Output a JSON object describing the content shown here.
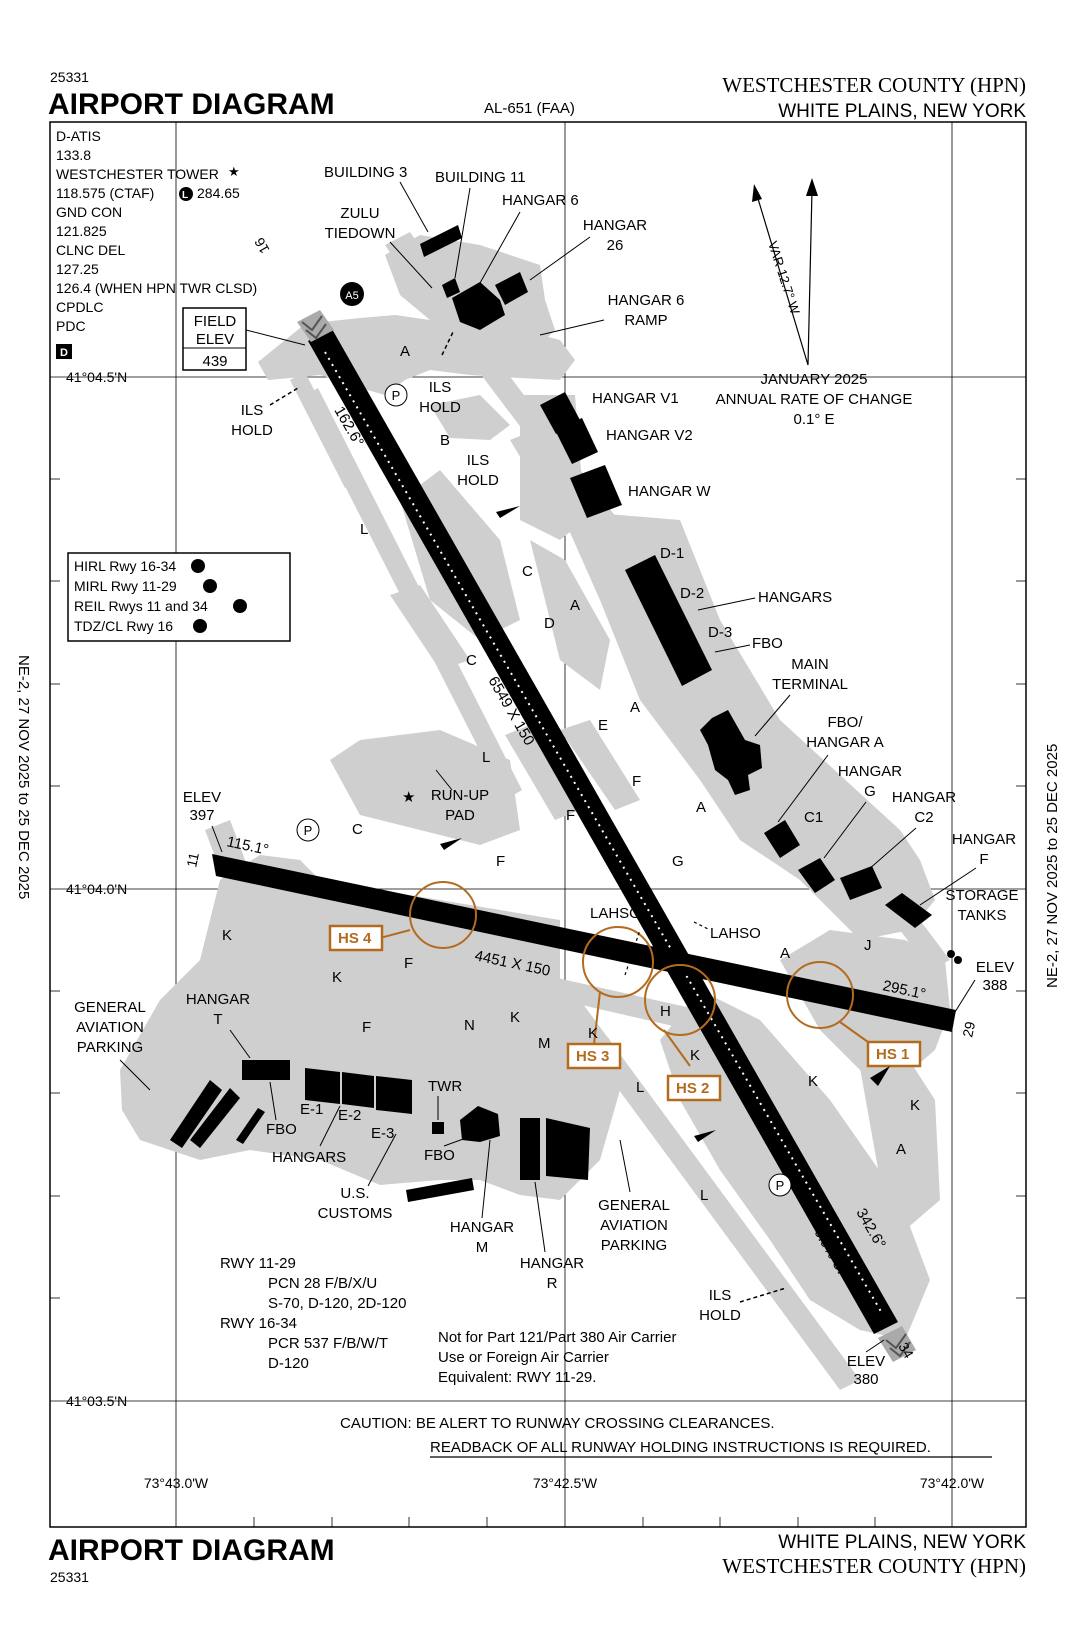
{
  "header": {
    "chart_number": "25331",
    "title": "AIRPORT DIAGRAM",
    "series": "AL-651 (FAA)",
    "airport": "WESTCHESTER COUNTY (HPN)",
    "city": "WHITE PLAINS, NEW YORK"
  },
  "footer": {
    "chart_number": "25331",
    "title": "AIRPORT DIAGRAM",
    "city": "WHITE PLAINS, NEW YORK",
    "airport": "WESTCHESTER COUNTY (HPN)"
  },
  "side_labels": {
    "left": "NE-2, 27 NOV 2025 to 25 DEC 2025",
    "right": "NE-2, 27 NOV 2025 to 25 DEC 2025"
  },
  "comms": [
    "D-ATIS",
    "133.8",
    "WESTCHESTER TOWER",
    "118.575 (CTAF)",
    "284.65",
    "GND CON",
    "121.825",
    "CLNC DEL",
    "127.25",
    "126.4 (WHEN HPN TWR CLSD)",
    "CPDLC",
    "PDC"
  ],
  "comm_symbols": {
    "star": "★",
    "lighting": "L",
    "datalink": "D"
  },
  "field_elev": {
    "label1": "FIELD",
    "label2": "ELEV",
    "value": "439"
  },
  "lighting_box": [
    "HIRL Rwy 16-34",
    "MIRL Rwy 11-29",
    "REIL Rwys 11 and 34",
    "TDZ/CL Rwy 16"
  ],
  "magnetic": {
    "var": "VAR 12.7° W",
    "date": "JANUARY 2025",
    "rate_label": "ANNUAL RATE OF CHANGE",
    "rate": "0.1° E"
  },
  "latitudes": [
    "41°04.5'N",
    "41°04.0'N",
    "41°03.5'N"
  ],
  "longitudes": [
    "73°43.0'W",
    "73°42.5'W",
    "73°42.0'W"
  ],
  "runways": {
    "r16_34": {
      "dims": "6549 X 150",
      "hdg_16": "162.6°",
      "hdg_34": "342.6°",
      "num_16": "16",
      "num_34": "34",
      "slope": "0.9% UP"
    },
    "r11_29": {
      "dims": "4451 X 150",
      "hdg_11": "115.1°",
      "hdg_29": "295.1°",
      "num_11": "11",
      "num_29": "29"
    }
  },
  "elevations": [
    {
      "label": "ELEV",
      "value": "397"
    },
    {
      "label": "ELEV",
      "value": "388"
    },
    {
      "label": "ELEV",
      "value": "380"
    }
  ],
  "hotspots": [
    "HS 1",
    "HS 2",
    "HS 3",
    "HS 4"
  ],
  "taxiways": [
    "A",
    "A",
    "A",
    "A",
    "A",
    "A",
    "B",
    "C",
    "C",
    "C",
    "D",
    "E",
    "F",
    "F",
    "F",
    "F",
    "F",
    "G",
    "H",
    "J",
    "K",
    "K",
    "K",
    "K",
    "K",
    "K",
    "K",
    "L",
    "L",
    "L",
    "L",
    "M",
    "N"
  ],
  "labels": {
    "building3": "BUILDING 3",
    "building11": "BUILDING 11",
    "hangar6": "HANGAR 6",
    "hangar26_1": "HANGAR",
    "hangar26_2": "26",
    "zulu1": "ZULU",
    "zulu2": "TIEDOWN",
    "hangar6ramp1": "HANGAR 6",
    "hangar6ramp2": "RAMP",
    "ilshold": "ILS",
    "ilshold2": "HOLD",
    "hangarv1": "HANGAR V1",
    "hangarv2": "HANGAR V2",
    "hangarw": "HANGAR W",
    "d1": "D-1",
    "d2": "D-2",
    "d3": "D-3",
    "hangars": "HANGARS",
    "fbo": "FBO",
    "main1": "MAIN",
    "main2": "TERMINAL",
    "fboa1": "FBO/",
    "fboa2": "HANGAR A",
    "hangarg1": "HANGAR",
    "hangarg2": "G",
    "c1": "C1",
    "hangarc2_1": "HANGAR",
    "hangarc2_2": "C2",
    "hangarf1": "HANGAR",
    "hangarf2": "F",
    "tanks1": "STORAGE",
    "tanks2": "TANKS",
    "runup1": "RUN-UP",
    "runup2": "PAD",
    "lahso": "LAHSO",
    "ga1": "GENERAL",
    "ga2": "AVIATION",
    "ga3": "PARKING",
    "hangart1": "HANGAR",
    "hangart2": "T",
    "e1": "E-1",
    "e2": "E-2",
    "e3": "E-3",
    "twr": "TWR",
    "customs1": "U.S.",
    "customs2": "CUSTOMS",
    "hangarm1": "HANGAR",
    "hangarm2": "M",
    "hangarr1": "HANGAR",
    "hangarr2": "R",
    "p": "P",
    "a5": "A5"
  },
  "pavement": {
    "rwy1129_label": "RWY 11-29",
    "rwy1129_pcn": "PCN 28 F/B/X/U",
    "rwy1129_s": "S-70, D-120, 2D-120",
    "rwy1634_label": "RWY 16-34",
    "rwy1634_pcr": "PCR 537 F/B/W/T",
    "rwy1634_d": "D-120"
  },
  "note": [
    "Not for Part 121/Part 380 Air Carrier",
    "Use or Foreign Air Carrier",
    "Equivalent: RWY 11-29."
  ],
  "caution": {
    "line1": "CAUTION: BE ALERT TO RUNWAY CROSSING CLEARANCES.",
    "line2": "READBACK OF ALL RUNWAY HOLDING INSTRUCTIONS IS REQUIRED."
  },
  "colors": {
    "pavement": "#cfcfcf",
    "runway": "#000000",
    "hotspot": "#b36b1e",
    "building": "#000000"
  }
}
